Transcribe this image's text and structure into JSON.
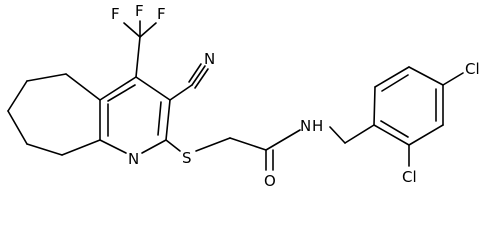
{
  "molecule": {
    "atoms": {
      "f1": "F",
      "f2": "F",
      "f3": "F",
      "n_cyano": "N",
      "n_pyridine": "N",
      "s_thioether": "S",
      "o_carbonyl": "O",
      "nh_amide": "N",
      "h_amide": "H",
      "cl_para": "Cl",
      "cl_ortho": "Cl"
    }
  }
}
